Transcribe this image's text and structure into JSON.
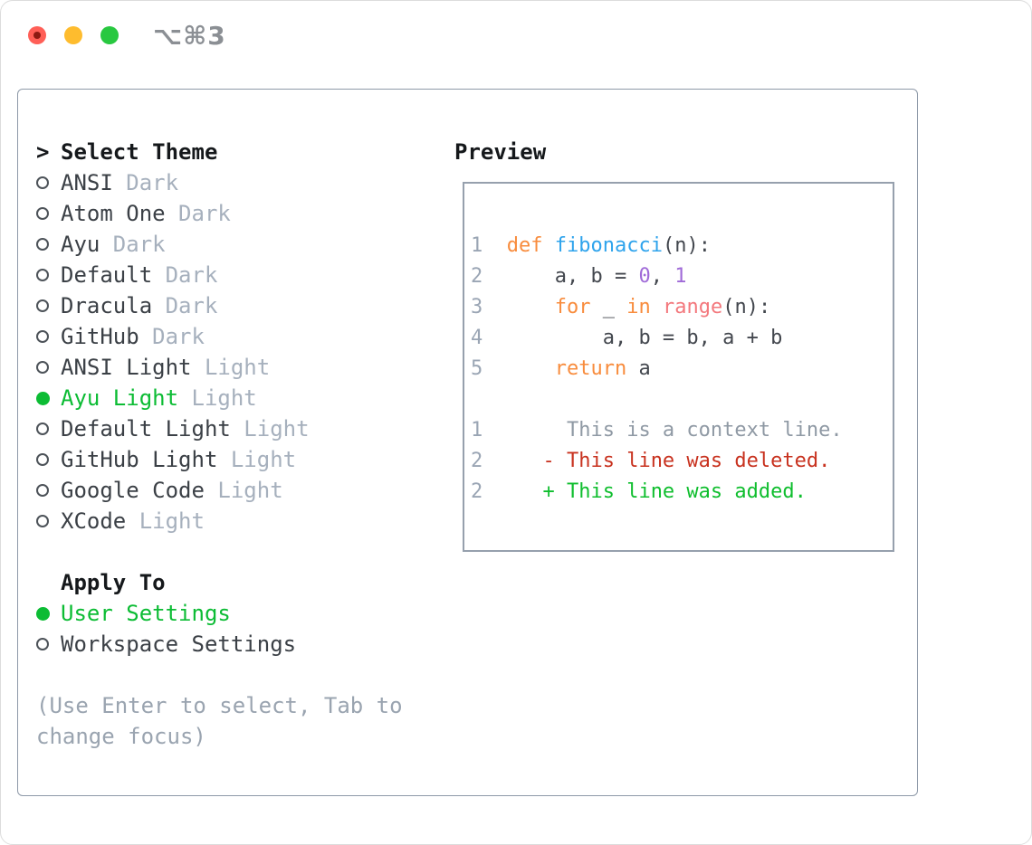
{
  "window": {
    "shortcut_label": "⌥⌘3"
  },
  "colors": {
    "green": "#0cbc34",
    "close_red": "#ff5f57",
    "close_dot": "#8c1a12",
    "minimize_yellow": "#febc2e",
    "zoom_green": "#28c840",
    "titlebar_gray": "#8b8f94",
    "panel_border": "#8e99a8",
    "heading_black": "#15181b",
    "item_text": "#3b4046",
    "variant_gray": "#a6b0bd",
    "radio_outline": "#4d5359",
    "help_gray": "#9aa4b0",
    "ln": "#9aa5b4",
    "fg": "#43474e",
    "kw": "#f88c3d",
    "fn": "#2ea3ec",
    "num": "#a06bd8",
    "call": "#f3787d",
    "ctx": "#8f99a4",
    "del": "#c8321f",
    "add": "#0fbe2e"
  },
  "theme_panel": {
    "title_marker": ">",
    "title": "Select Theme",
    "themes": [
      {
        "name": "ANSI",
        "variant": "Dark",
        "selected": false
      },
      {
        "name": "Atom One",
        "variant": "Dark",
        "selected": false
      },
      {
        "name": "Ayu",
        "variant": "Dark",
        "selected": false
      },
      {
        "name": "Default",
        "variant": "Dark",
        "selected": false
      },
      {
        "name": "Dracula",
        "variant": "Dark",
        "selected": false
      },
      {
        "name": "GitHub",
        "variant": "Dark",
        "selected": false
      },
      {
        "name": "ANSI Light",
        "variant": "Light",
        "selected": false
      },
      {
        "name": "Ayu Light",
        "variant": "Light",
        "selected": true
      },
      {
        "name": "Default Light",
        "variant": "Light",
        "selected": false
      },
      {
        "name": "GitHub Light",
        "variant": "Light",
        "selected": false
      },
      {
        "name": "Google Code",
        "variant": "Light",
        "selected": false
      },
      {
        "name": "XCode",
        "variant": "Light",
        "selected": false
      }
    ],
    "apply_to": {
      "title": "Apply To",
      "options": [
        {
          "label": "User Settings",
          "selected": true
        },
        {
          "label": "Workspace Settings",
          "selected": false
        }
      ]
    },
    "help_text": "(Use Enter to select, Tab to\nchange focus)"
  },
  "preview": {
    "title": "Preview",
    "lines": [
      [
        [
          "1  ",
          "ln"
        ],
        [
          "def",
          "kw"
        ],
        [
          " ",
          "fg"
        ],
        [
          "fibonacci",
          "fn"
        ],
        [
          "(n):",
          "fg"
        ]
      ],
      [
        [
          "2  ",
          "ln"
        ],
        [
          "    a, b = ",
          "fg"
        ],
        [
          "0",
          "num"
        ],
        [
          ", ",
          "fg"
        ],
        [
          "1",
          "num"
        ]
      ],
      [
        [
          "3  ",
          "ln"
        ],
        [
          "    ",
          "fg"
        ],
        [
          "for",
          "kw"
        ],
        [
          " _ ",
          "fg"
        ],
        [
          "in",
          "kw"
        ],
        [
          " ",
          "fg"
        ],
        [
          "range",
          "call"
        ],
        [
          "(n):",
          "fg"
        ]
      ],
      [
        [
          "4  ",
          "ln"
        ],
        [
          "        a, b = b, a + b",
          "fg"
        ]
      ],
      [
        [
          "5  ",
          "ln"
        ],
        [
          "    ",
          "fg"
        ],
        [
          "return",
          "kw"
        ],
        [
          " a",
          "fg"
        ]
      ],
      [],
      [
        [
          "1  ",
          "ln"
        ],
        [
          "     This is a context line.",
          "ctx"
        ]
      ],
      [
        [
          "2  ",
          "ln"
        ],
        [
          "   - This line was deleted.",
          "del"
        ]
      ],
      [
        [
          "2  ",
          "ln"
        ],
        [
          "   + This line was added.",
          "add"
        ]
      ]
    ]
  }
}
